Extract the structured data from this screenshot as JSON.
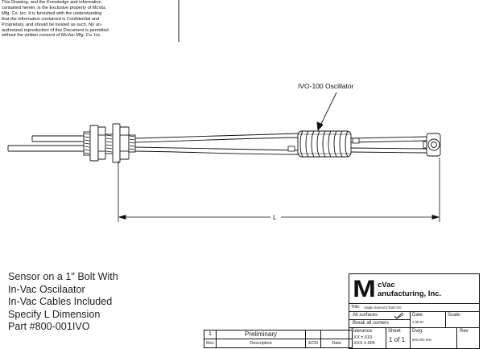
{
  "notice": {
    "lines": [
      "This Drawing, and the Knowledge and information",
      "contained herein, is the Exclusive property of McVac",
      "Mfg. Co. Inc. It is furnished with the understanding",
      "that the information contained is Confidential and",
      "Proprietary, and should be treated as such. No un-",
      "authorized reproduction of this Document is permitted",
      "without the written consent of McVac Mfg. Co. Inc."
    ]
  },
  "drawing": {
    "callout_label": "IVO-100 Oscillator",
    "dimension_label": "L"
  },
  "description": {
    "lines": [
      "Sensor on a 1\" Bolt With",
      "In-Vac Oscilaator",
      "In-Vac Cables Included",
      "Specify L Dimension",
      "Part #800-001IVO"
    ]
  },
  "revision_table": {
    "rows": [
      {
        "rev": "1",
        "description": "Preliminary",
        "ecn": "",
        "date": ""
      },
      {
        "rev": "Rev",
        "description": "Description",
        "ecn": "ECN",
        "date": "Date"
      }
    ]
  },
  "title_block": {
    "logo_letter": "M",
    "company_line1": "cVac",
    "company_line2": "anufacturing, Inc.",
    "title_label": "Title:",
    "title_value": "Single Sensor/1\"Bolt IVO",
    "all_surfaces": "All surfaces",
    "break_corners": "Break all corners",
    "date_label": "Date:",
    "date_value": "4-25-97",
    "scale_label": "Scale:",
    "tolerance_label": "Tolerance:",
    "tol_xx": ".XX  ±.010",
    "tol_xxx": ".XXX  ±.005",
    "sheet_label": "Sheet",
    "sheet_value": "1  of  1",
    "dwg_label": "Dwg:",
    "dwg_value": "800-001-IVO",
    "rev_label": "Rev"
  },
  "colors": {
    "ink": "#111111",
    "paper": "#ffffff"
  }
}
